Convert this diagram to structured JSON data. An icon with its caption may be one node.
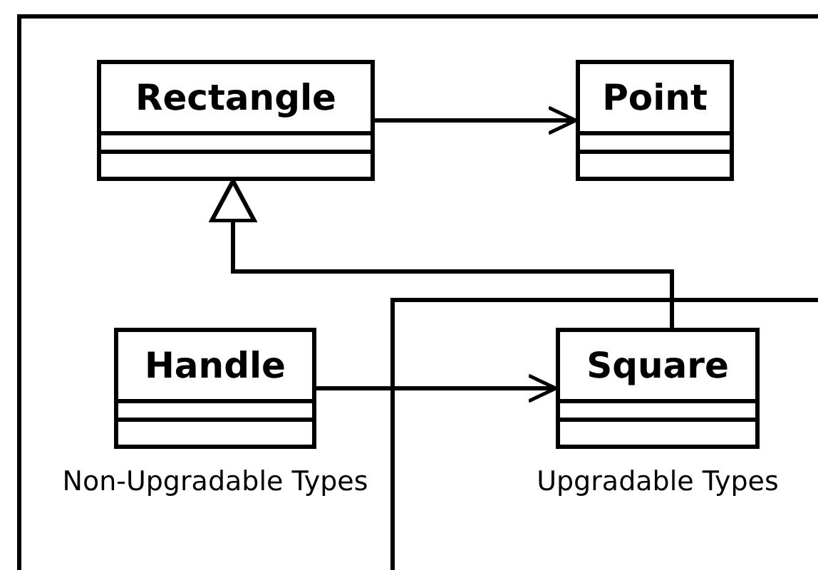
{
  "diagram": {
    "nodes": [
      {
        "text": [
          "Rectangle"
        ]
      },
      {
        "text": [
          "Point"
        ]
      },
      {
        "text": [
          "Handle"
        ],
        "beside": [
          "Non-Upgradable Types"
        ]
      },
      {
        "text": [
          "Square"
        ],
        "beside": [
          "Upgradable Types"
        ]
      }
    ],
    "edges": [
      {
        "from": 0,
        "to": 1,
        "arrow": "to"
      },
      {
        "from": 2,
        "to": 3,
        "arrow": "to"
      },
      {
        "from": 3,
        "to": 0,
        "arrow": "to"
      }
    ]
  }
}
